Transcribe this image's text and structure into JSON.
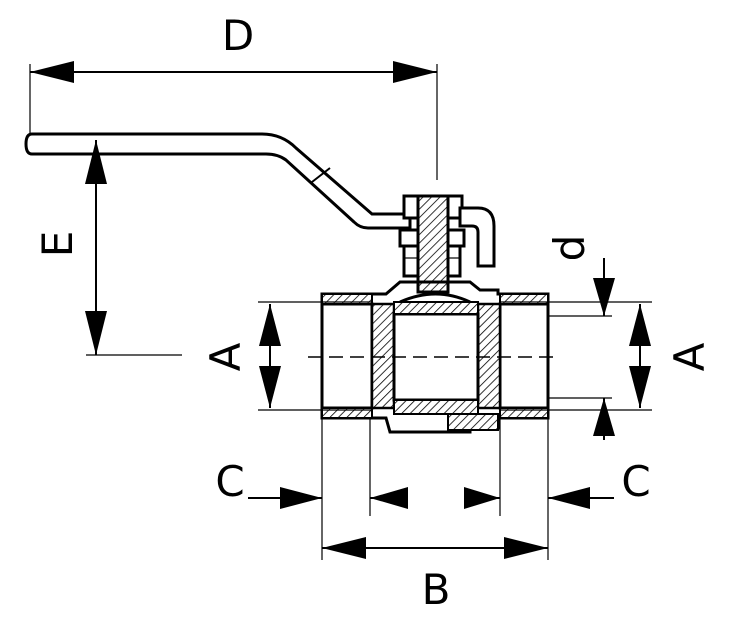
{
  "labels": {
    "D": "D",
    "E": "E",
    "d": "d",
    "A_left": "A",
    "A_right": "A",
    "C_left": "C",
    "C_right": "C",
    "B": "B"
  }
}
